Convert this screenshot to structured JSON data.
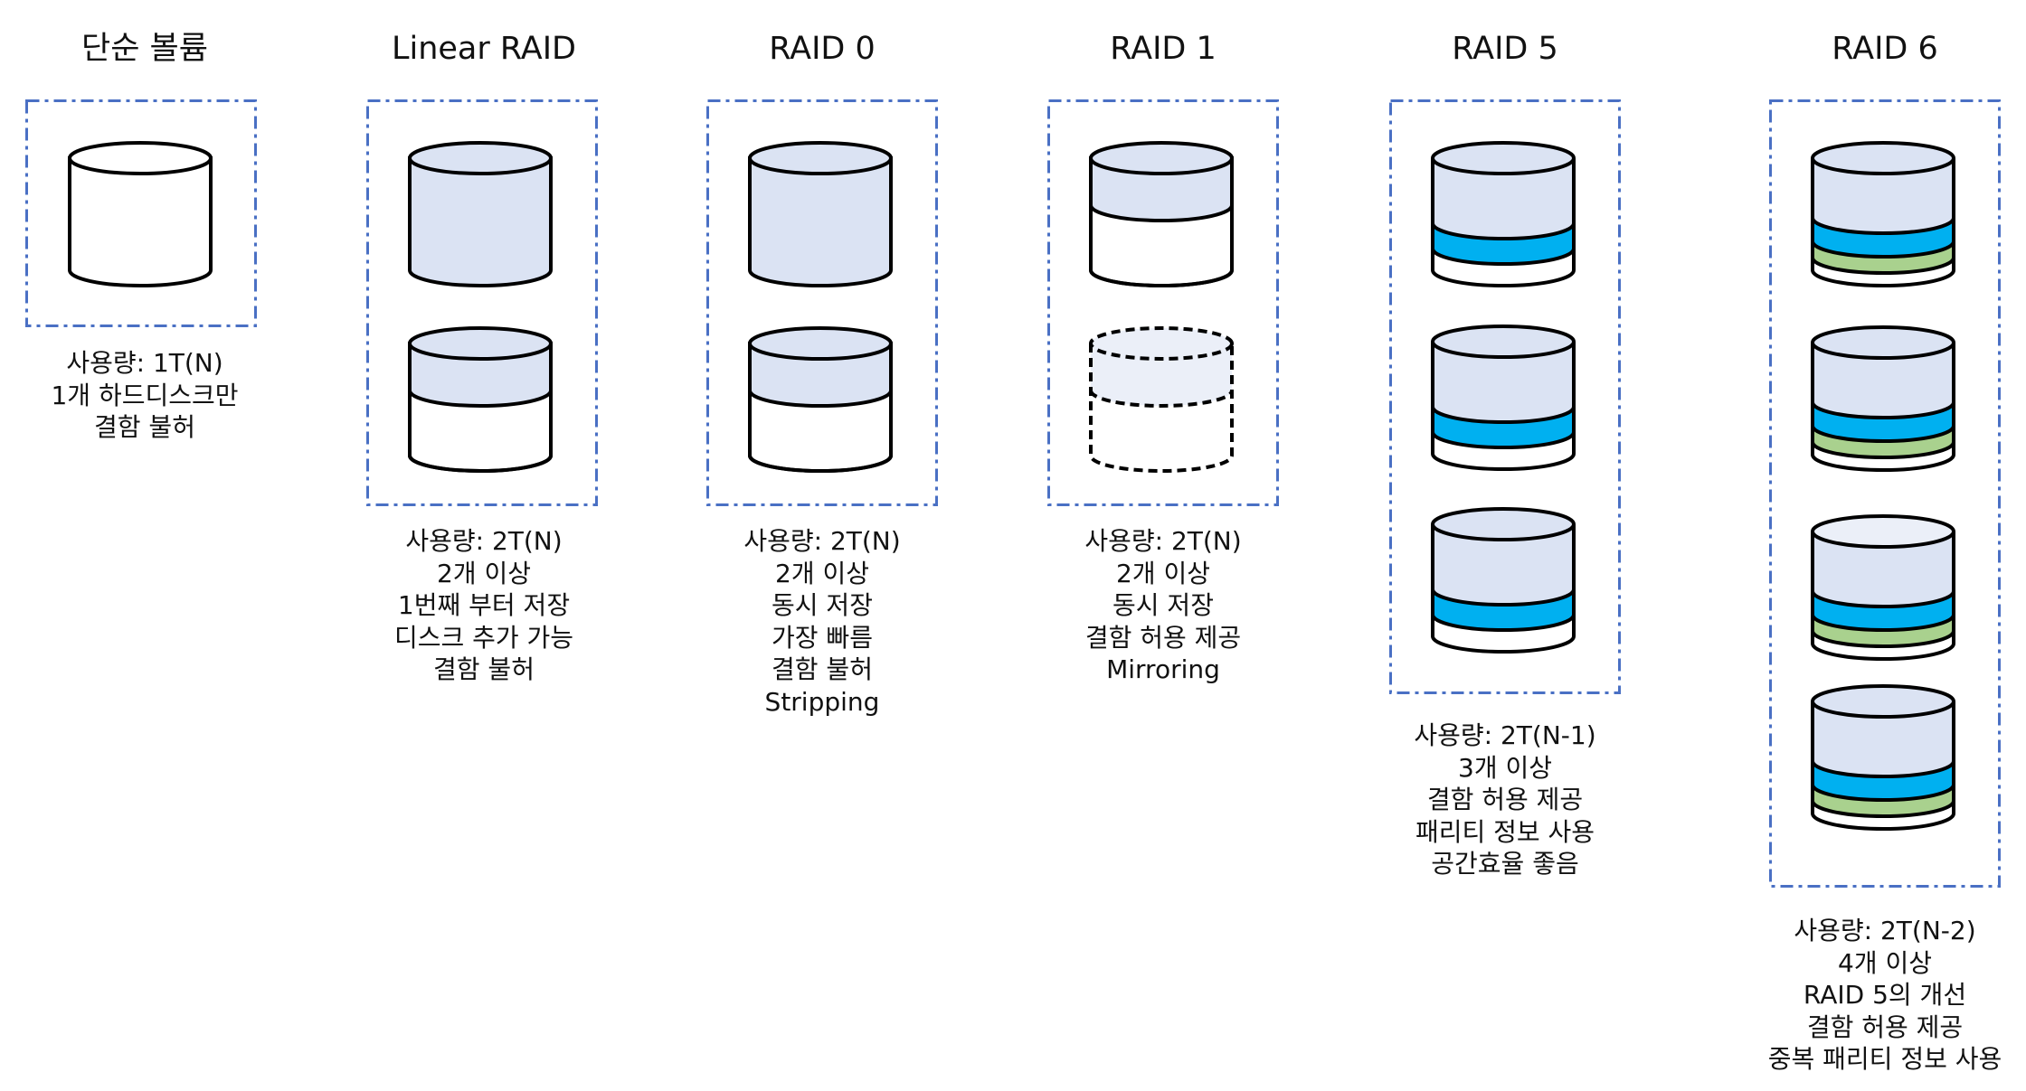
{
  "columns": [
    {
      "title": "단순 볼륨",
      "desc": [
        "사용량: 1T(N)",
        "1개 하드디스크만",
        "결함 불허"
      ]
    },
    {
      "title": "Linear RAID",
      "desc": [
        "사용량: 2T(N)",
        "2개 이상",
        "1번째 부터 저장",
        "디스크 추가 가능",
        "결함 불허"
      ]
    },
    {
      "title": "RAID 0",
      "desc": [
        "사용량: 2T(N)",
        "2개 이상",
        "동시 저장",
        "가장 빠름",
        "결함 불허",
        "Stripping"
      ]
    },
    {
      "title": "RAID 1",
      "desc": [
        "사용량: 2T(N)",
        "2개 이상",
        "동시 저장",
        "결함 허용 제공",
        "Mirroring"
      ]
    },
    {
      "title": "RAID 5",
      "desc": [
        "사용량: 2T(N-1)",
        "3개 이상",
        "결함 허용 제공",
        "패리티 정보 사용",
        "공간효율 좋음"
      ]
    },
    {
      "title": "RAID 6",
      "desc": [
        "사용량: 2T(N-2)",
        "4개 이상",
        "RAID 5의 개선",
        "결함 허용 제공",
        "중복 패리티 정보 사용"
      ]
    }
  ],
  "colors": {
    "frame": "#4a70c4",
    "data_fill": "#dbe3f3",
    "mirror_fill": "#ebeff8",
    "parity": "#00b0f0",
    "parity2": "#a9d18e",
    "empty": "#ffffff",
    "stroke": "#000000"
  }
}
